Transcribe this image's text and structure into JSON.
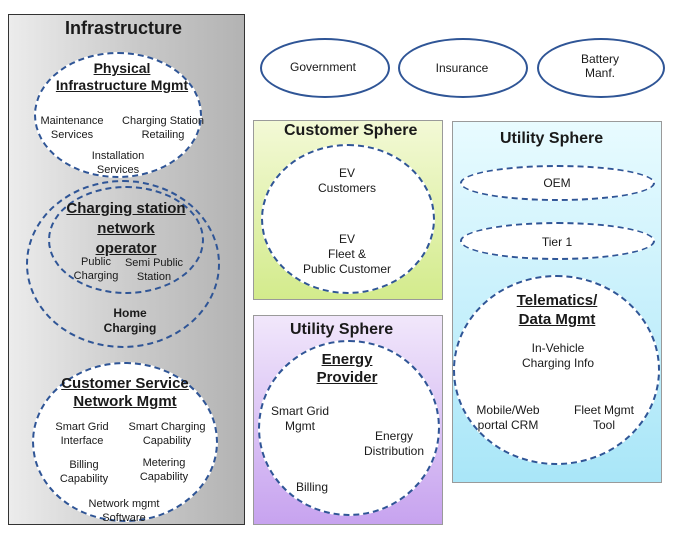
{
  "top": {
    "government": "Government",
    "insurance": "Insurance",
    "battery": "Battery\nManf."
  },
  "infrastructure": {
    "title": "Infrastructure",
    "physical": {
      "title": "Physical\nInfrastructure Mgmt",
      "maintenance": "Maintenance\nServices",
      "retailing": "Charging Station\nRetailing",
      "installation": "Installation\nServices"
    },
    "operator": {
      "title": "Charging station\nnetwork\noperator",
      "public": "Public\nCharging",
      "semi": "Semi Public\nStation",
      "home": "Home\nCharging"
    },
    "service": {
      "title": "Customer Service\nNetwork Mgmt",
      "smart_grid_interface": "Smart Grid\nInterface",
      "smart_charging": "Smart Charging\nCapability",
      "billing": "Billing\nCapability",
      "metering": "Metering\nCapability",
      "network_software": "Network mgmt\nSoftware"
    }
  },
  "customer_sphere": {
    "title": "Customer Sphere",
    "ev_customers": "EV\nCustomers",
    "fleet": "EV\nFleet &\nPublic Customer"
  },
  "utility_lower": {
    "title": "Utility Sphere",
    "energy_provider": "Energy\nProvider",
    "smart_grid": "Smart Grid\nMgmt",
    "distribution": "Energy\nDistribution",
    "billing": "Billing"
  },
  "utility_upper": {
    "title": "Utility Sphere",
    "oem": "OEM",
    "tier1": "Tier 1",
    "telematics": "Telematics/\nData Mgmt",
    "in_vehicle": "In-Vehicle\nCharging Info",
    "mobile": "Mobile/Web\nportal CRM",
    "fleet_tool": "Fleet Mgmt\nTool"
  }
}
